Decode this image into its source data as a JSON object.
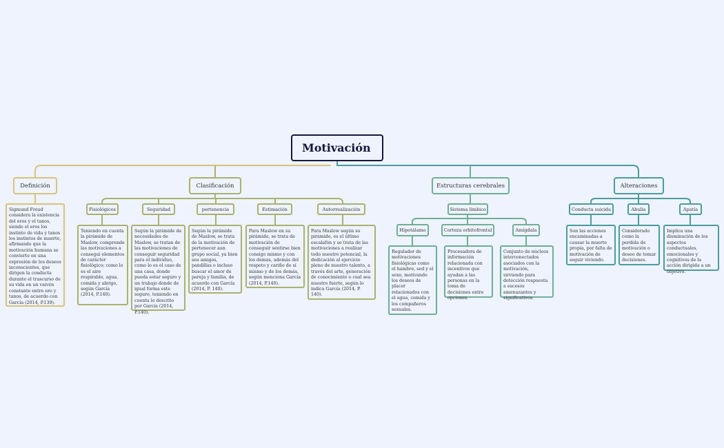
{
  "title": "Motivación",
  "colors": {
    "background": "#eef3fd",
    "root_border": "#16173a",
    "definicion": "#d8c27c",
    "clasificacion": "#a9b16f",
    "estructuras": "#6fae94",
    "alteraciones": "#4a9c9b"
  },
  "definicion": {
    "label": "Definición",
    "text": "Sigmund Freud considera la existencia del eros y el tanos, siendo el eros los instinto de vida y tanos los instintos de muerte, afirmando que la motivación humana se convierte en una expresión de los deseos inconscientes, que dirigen la conducta durante el trascurso de su vida en un vaivén constante entre ero y tanos, de acuerdo con García (2014, P.139)."
  },
  "clasificacion": {
    "label": "Clasificación",
    "items": [
      {
        "label": "Fisiológicos",
        "text": "Teniendo en cuenta la pirámide de Maslow, comprende las motivaciones a conseguí elementos de carácter fisiológico; como lo es el aire respirable, agua, comida y abrigo, según García  (2014, P.140)."
      },
      {
        "label": "Seguridad",
        "text": "Según la pirámide de necesidades de Maslow, se tratan de las motivaciones de conseguir seguridad para el individuo, como lo es el caso de una casa, donde pueda estar seguro y un trabajo donde de igual forma este seguro, teniendo en cuenta lo descrito por García (2014, P.140)."
      },
      {
        "label": "pertenencia",
        "text": "Según la pirámide de Maslow, se trata de la motivación de pertenecer aun grupo social, ya bien sea amigos, pandillas o incluso buscar el amor de pareja y familia, de acuerdo con García (2014, P. 140)."
      },
      {
        "label": "Estimación",
        "text": "Para Maslow en su pirámide, se trata de motivación de conseguir sentirse bien consigo mismo y con los demás, además del respeto y cariño de sí mismo y de los demás, según menciona García (2014, P.140)."
      },
      {
        "label": "Autorrealización",
        "text": "Para Maslow según su pirámide, es el último escalafón y se trata de las motivaciones a realizar todo nuestro potencial, la dedicación al ejercicio pleno de nuestro talento, a través del arte, generación de conocimiento o cual sea nuestro fuerte, según lo indica García (2014, P. 140)."
      }
    ]
  },
  "estructuras": {
    "label": "Estructuras cerebrales",
    "sistema_label": "Sistema límbico",
    "items": [
      {
        "label": "Hipotálamo",
        "text": "Regulador de motivaciones fisiológicas como el hambre, sed y el sexo, motivando los deseos de placer relacionados con el agua, comida y los compañeros sexuales."
      },
      {
        "label": "Corteza orbitofrontal",
        "text": "Procesadora de información relacionada con incentivos que ayudan a las personas en la toma de decisiones entre opciones."
      },
      {
        "label": "Amígdala",
        "text": "Conjunto de núcleos interconectados asociados con la motivación, sirviendo para detección respuesta a sucesos amenazantes y significativos."
      }
    ]
  },
  "alteraciones": {
    "label": "Alteraciones",
    "items": [
      {
        "label": "Conducta suicida",
        "text": "Son las acciones encaminadas a causar la muerte propia, por falta de motivación de seguir viviendo."
      },
      {
        "label": "Abulia",
        "text": "Considerado como la perdida de motivación o deseo de tomar decisiones."
      },
      {
        "label": "Apatía",
        "text": "Implica una disminución de los aspectos conductuales, emocionales y cognitivos de la acción dirigida a un objetivo."
      }
    ]
  }
}
